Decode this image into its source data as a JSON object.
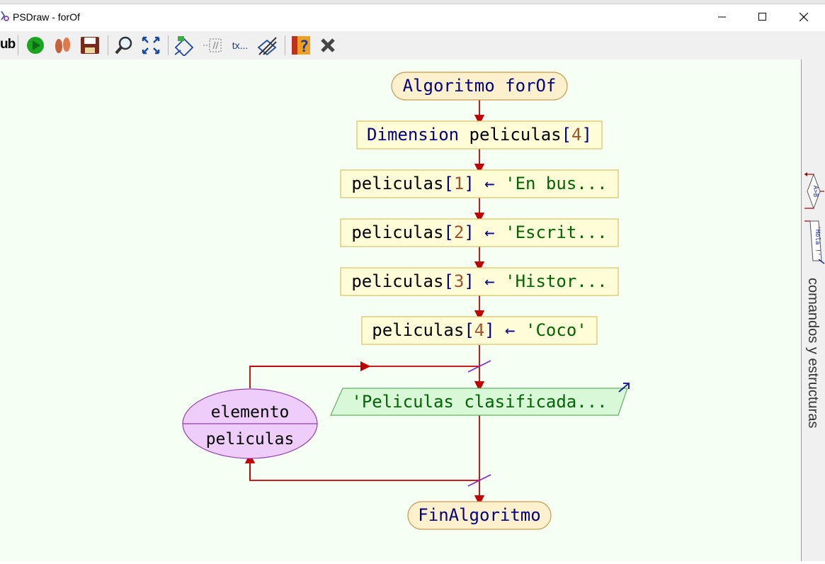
{
  "window": {
    "title": "PSDraw - forOf"
  },
  "toolbar": {
    "partial_label": "ub",
    "buttons": [
      {
        "name": "run-icon"
      },
      {
        "name": "step-icon"
      },
      {
        "name": "save-icon"
      },
      {
        "name": "zoom-icon"
      },
      {
        "name": "fit-icon"
      },
      {
        "name": "shapes-icon"
      },
      {
        "name": "comment-icon"
      },
      {
        "name": "text-icon",
        "label": "tx..."
      },
      {
        "name": "cross-shapes-icon"
      },
      {
        "name": "help-icon"
      },
      {
        "name": "close-icon"
      }
    ]
  },
  "flowchart": {
    "start": "Algoritmo forOf",
    "dimension": {
      "keyword": "Dimension",
      "var": "peliculas",
      "open": "[",
      "size": "4",
      "close": "]"
    },
    "assignments": [
      {
        "var": "peliculas",
        "open": "[",
        "idx": "1",
        "close": "]",
        "arrow": "←",
        "value": "'En bus..."
      },
      {
        "var": "peliculas",
        "open": "[",
        "idx": "2",
        "close": "]",
        "arrow": "←",
        "value": "'Escrit..."
      },
      {
        "var": "peliculas",
        "open": "[",
        "idx": "3",
        "close": "]",
        "arrow": "←",
        "value": "'Histor..."
      },
      {
        "var": "peliculas",
        "open": "[",
        "idx": "4",
        "close": "]",
        "arrow": "←",
        "value": "'Coco'"
      }
    ],
    "loop": {
      "element": "elemento",
      "collection": "peliculas"
    },
    "output": "'Peliculas clasificada...",
    "end": "FinAlgoritmo"
  },
  "side_panel": {
    "label": "comandos y estructuras",
    "icons": [
      {
        "name": "decision-icon",
        "text": "A>B"
      },
      {
        "name": "output-icon",
        "text": "'Hola !'"
      }
    ]
  },
  "colors": {
    "canvas_bg": "#f6fff4",
    "flow_line": "#c00000",
    "keyword": "#000080",
    "number": "#a0522d",
    "string": "#006400",
    "loop_fill": "#eecdfa",
    "loop_stroke": "#9040b0"
  }
}
